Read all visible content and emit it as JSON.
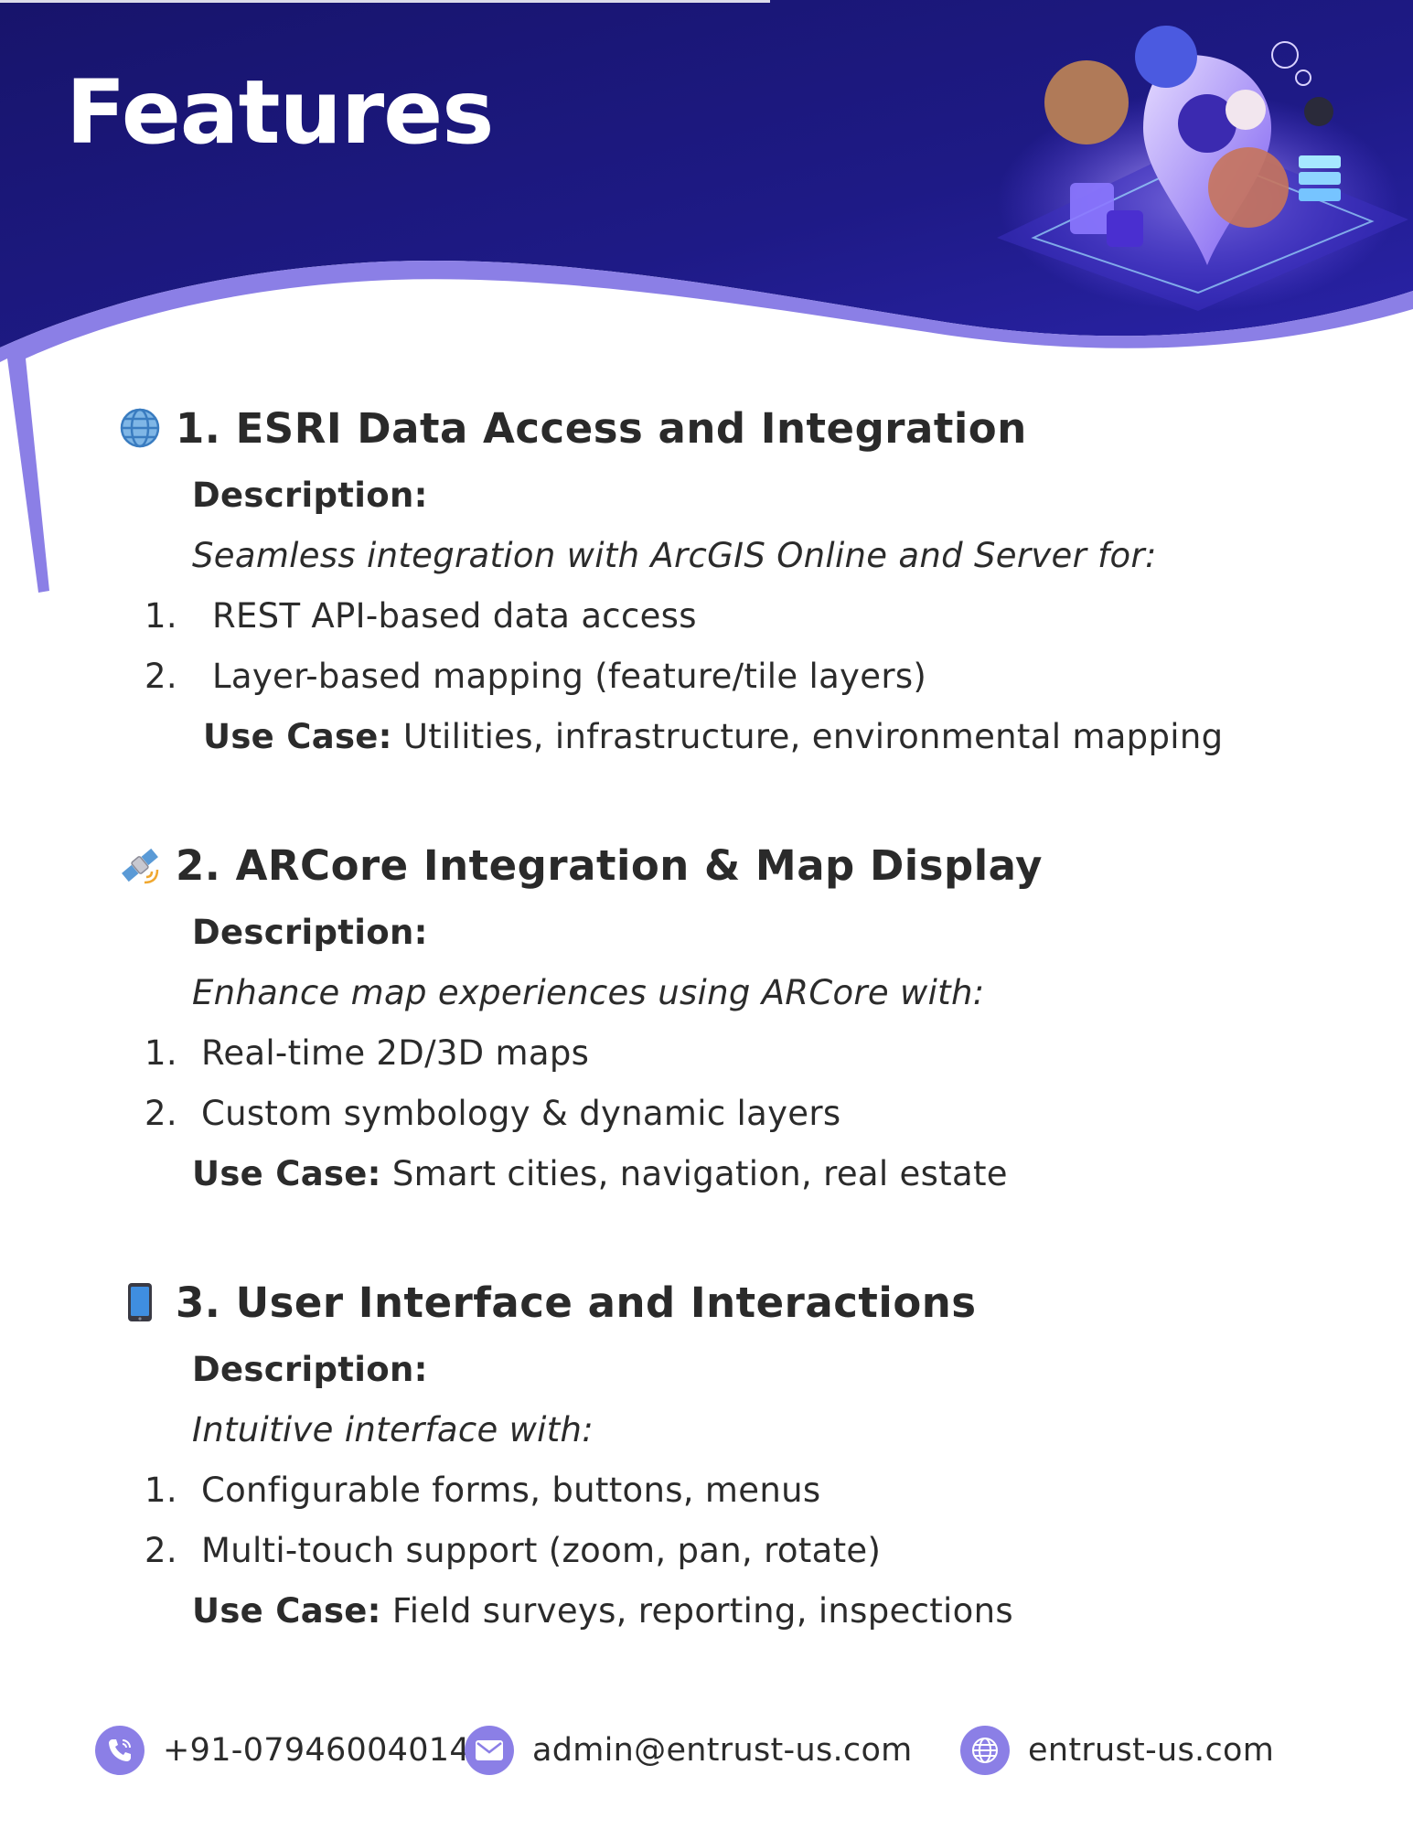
{
  "header": {
    "title": "Features"
  },
  "sections": [
    {
      "icon": "globe-icon",
      "heading": "1. ESRI Data Access and Integration",
      "description_label": "Description:",
      "description": "Seamless integration with ArcGIS Online and Server for:",
      "items": [
        {
          "num": "1.",
          "text": "REST API-based data access"
        },
        {
          "num": "2.",
          "text": "Layer-based mapping (feature/tile layers)"
        }
      ],
      "use_case_label": "Use Case:",
      "use_case": "Utilities, infrastructure, environmental mapping"
    },
    {
      "icon": "satellite-icon",
      "heading": "2. ARCore Integration & Map Display",
      "description_label": "Description:",
      "description": "Enhance map experiences using ARCore with:",
      "items": [
        {
          "num": "1.",
          "text": "Real-time 2D/3D maps"
        },
        {
          "num": "2.",
          "text": "Custom symbology & dynamic layers"
        }
      ],
      "use_case_label": "Use Case:",
      "use_case": "Smart cities, navigation, real estate"
    },
    {
      "icon": "mobile-phone-icon",
      "heading": "3. User Interface and Interactions",
      "description_label": "Description:",
      "description": "Intuitive interface with:",
      "items": [
        {
          "num": "1.",
          "text": "Configurable forms, buttons, menus"
        },
        {
          "num": "2.",
          "text": "Multi-touch support (zoom, pan, rotate)"
        }
      ],
      "use_case_label": "Use Case:",
      "use_case": "Field surveys, reporting, inspections"
    }
  ],
  "footer": {
    "phone": "+91-07946004014",
    "email": "admin@entrust-us.com",
    "website": "entrust-us.com"
  },
  "colors": {
    "header_navy": "#1b1774",
    "wave_lavender": "#8b7fe6",
    "text": "#2b2b2b"
  }
}
